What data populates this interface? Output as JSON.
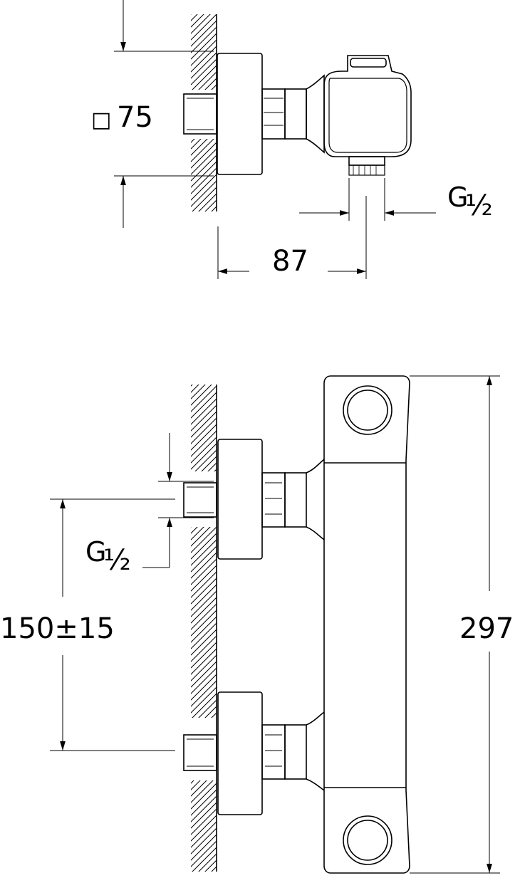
{
  "top_view": {
    "square_symbol": "□",
    "square_size": "75",
    "width_dim": "87",
    "thread_g": "G",
    "thread_size": "½"
  },
  "front_view": {
    "thread_g": "G",
    "thread_size": "½",
    "centers_dim": "150±15",
    "height_dim": "297"
  },
  "colors": {
    "line": "#000000",
    "background": "#ffffff"
  }
}
